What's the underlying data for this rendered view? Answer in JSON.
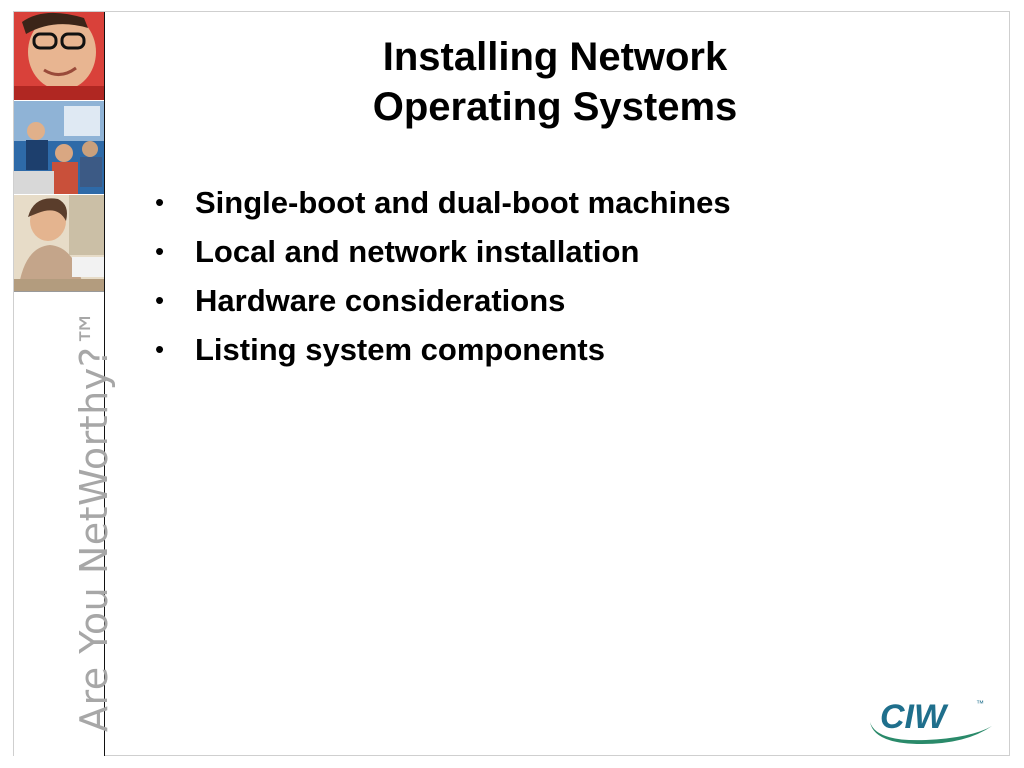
{
  "slide": {
    "title_line1": "Installing Network",
    "title_line2": "Operating Systems",
    "bullets": [
      "Single-boot and dual-boot machines",
      "Local and network installation",
      "Hardware considerations",
      "Listing system components"
    ],
    "bullet_glyph": "•"
  },
  "sidebar": {
    "tagline": "Are You NetWorthy?™",
    "photos": [
      "photo-man-glasses",
      "photo-classroom",
      "photo-woman-desk"
    ]
  },
  "logo": {
    "text": "CIW",
    "trademark": "™",
    "color": "#1f7a8c",
    "swoosh_color": "#2a8a6a"
  }
}
